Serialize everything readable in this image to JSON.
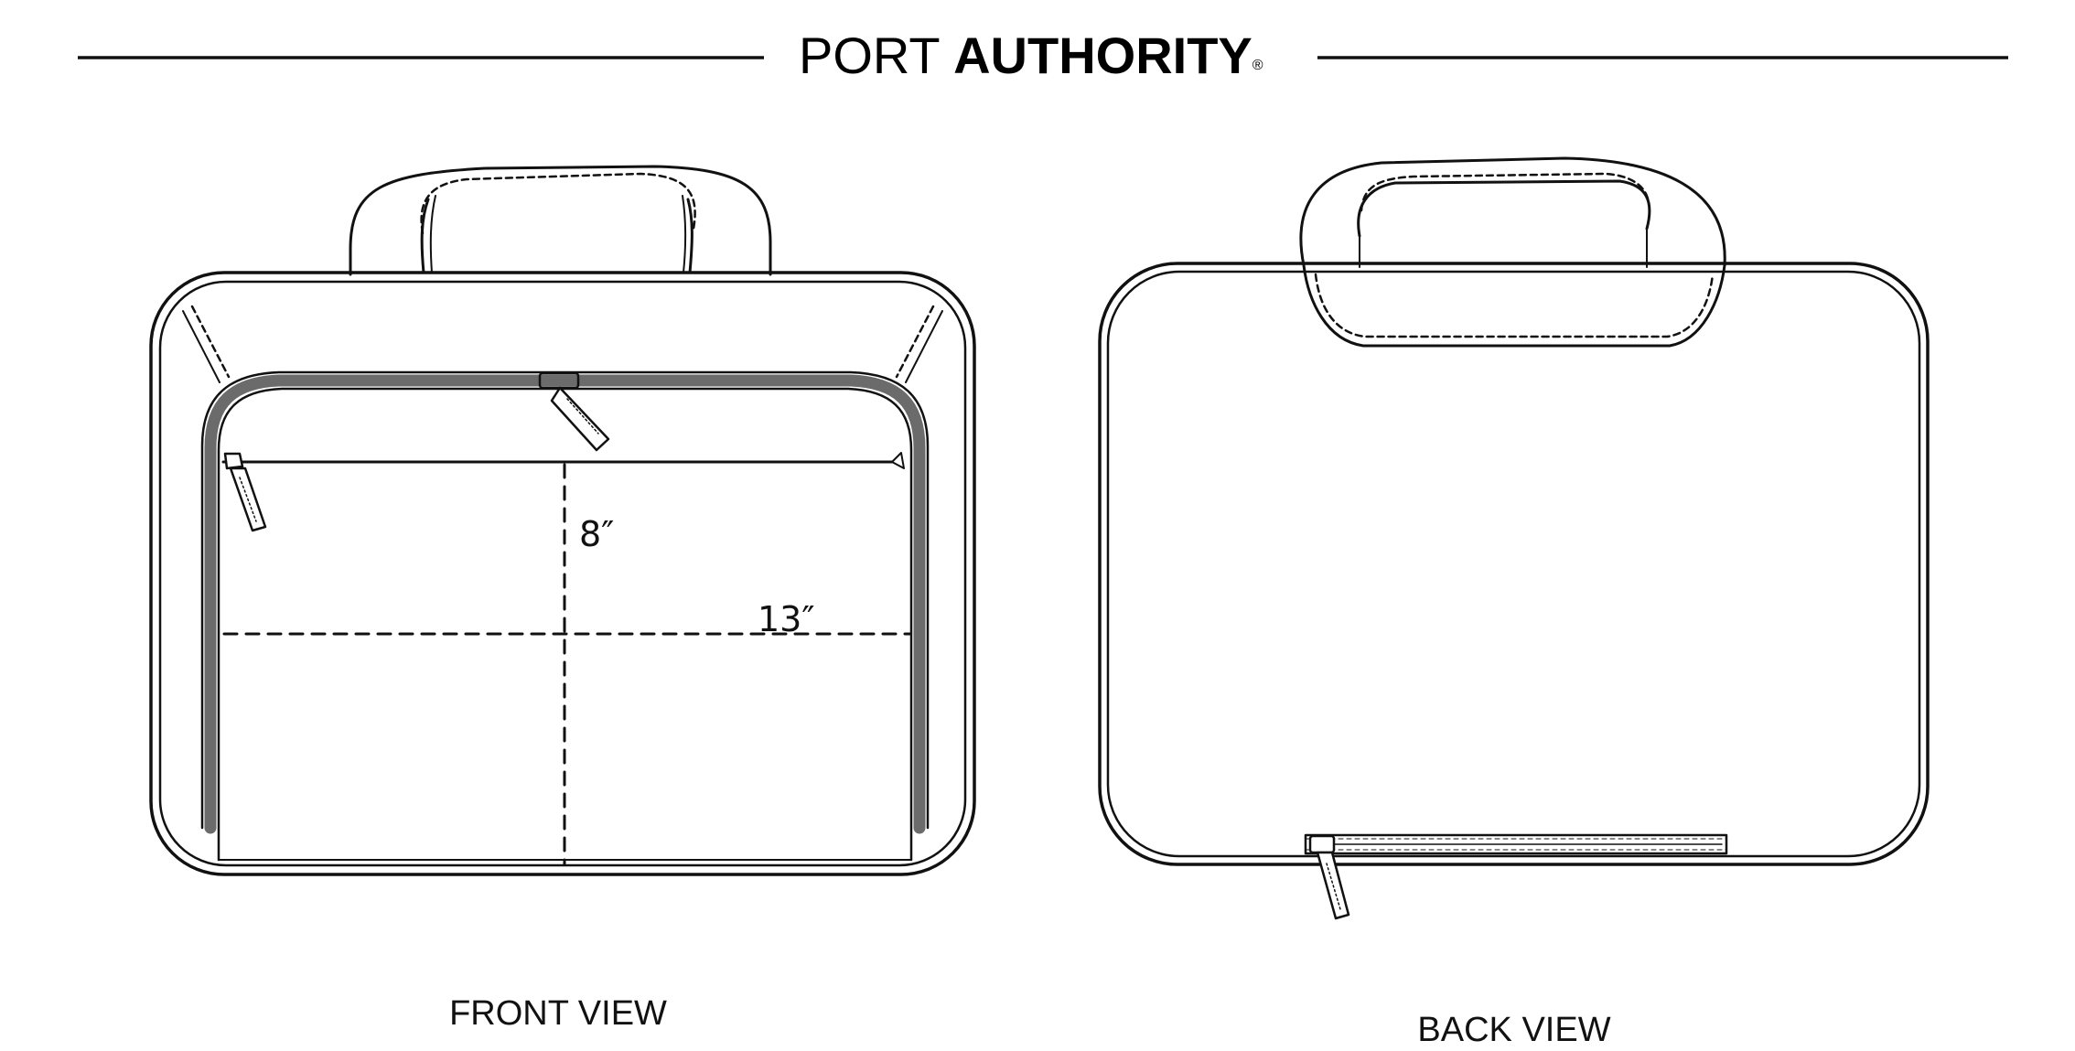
{
  "header": {
    "brand_light": "PORT",
    "brand_bold": "AUTHORITY",
    "registered_mark": "®"
  },
  "front_view": {
    "label": "FRONT VIEW",
    "height_dimension": "8″",
    "width_dimension": "13″"
  },
  "back_view": {
    "label": "BACK VIEW"
  },
  "colors": {
    "line": "#111111",
    "zipper_band": "#6b6b6b",
    "background": "#ffffff"
  }
}
